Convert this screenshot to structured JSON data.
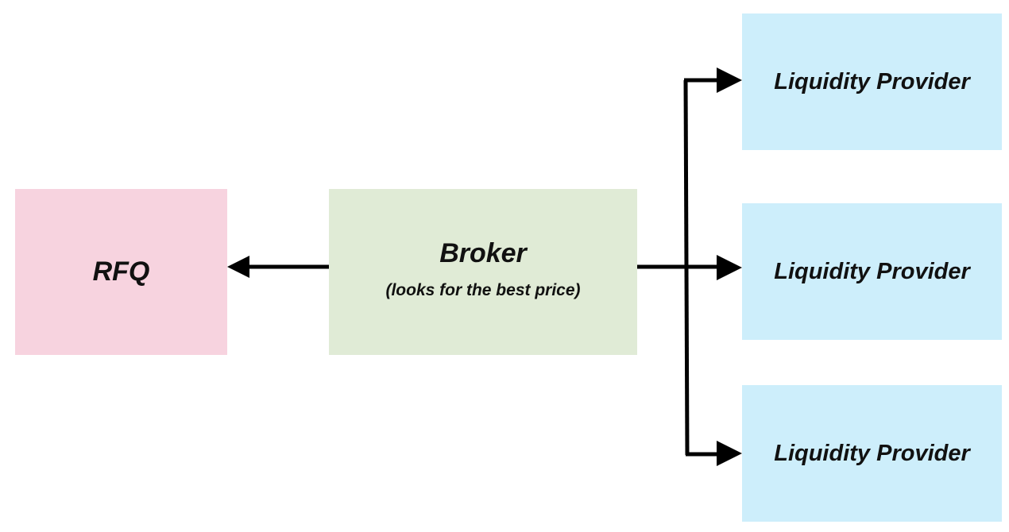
{
  "nodes": {
    "rfq": {
      "label": "RFQ",
      "color": "#f7d3df"
    },
    "broker": {
      "label": "Broker",
      "sublabel": "(looks for the best price)",
      "color": "#e0ebd6"
    },
    "liquidity_providers": [
      {
        "label": "Liquidity Provider",
        "color": "#cdeefb"
      },
      {
        "label": "Liquidity Provider",
        "color": "#cdeefb"
      },
      {
        "label": "Liquidity Provider",
        "color": "#cdeefb"
      }
    ]
  },
  "edges": [
    {
      "from": "broker",
      "to": "rfq"
    },
    {
      "from": "broker",
      "to": "liquidity_providers.0"
    },
    {
      "from": "broker",
      "to": "liquidity_providers.1"
    },
    {
      "from": "broker",
      "to": "liquidity_providers.2"
    }
  ],
  "arrow_color": "#000000"
}
